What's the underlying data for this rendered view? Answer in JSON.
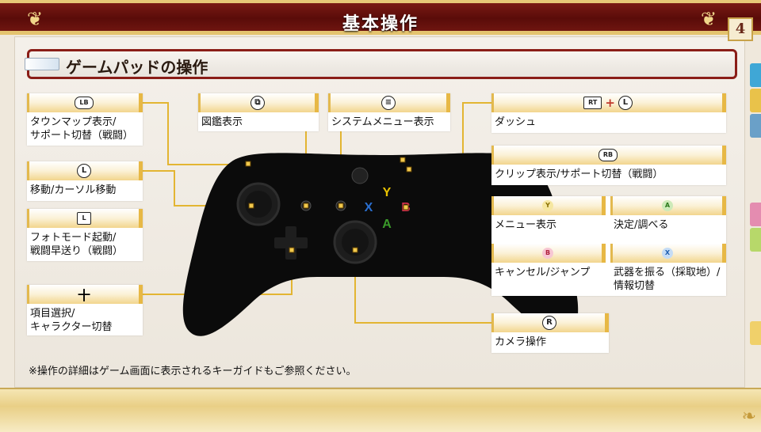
{
  "header": {
    "title": "基本操作",
    "page_number": "4"
  },
  "section": {
    "title": "ゲームパッドの操作"
  },
  "left": [
    {
      "button": "LB",
      "label": "タウンマップ表示/\nサポート切替（戦闘）"
    },
    {
      "button": "L",
      "label": "移動/カーソル移動"
    },
    {
      "button": "L",
      "label": "フォトモード起動/\n戦闘早送り（戦闘）"
    },
    {
      "button": "十",
      "label": "項目選択/\nキャラクター切替"
    }
  ],
  "center": [
    {
      "label": "図鑑表示"
    },
    {
      "label": "システムメニュー表示"
    }
  ],
  "right": {
    "dash": {
      "button_a": "RT",
      "plus": "+",
      "button_b": "L",
      "label": "ダッシュ"
    },
    "clip": {
      "button": "RB",
      "label": "クリップ表示/サポート切替（戦闘）"
    },
    "face": [
      {
        "button": "Y",
        "label": "メニュー表示",
        "color": "#d8b400"
      },
      {
        "button": "A",
        "label": "決定/調べる",
        "color": "#3a9a2a"
      },
      {
        "button": "B",
        "label": "キャンセル/ジャンプ",
        "color": "#d0304a"
      },
      {
        "button": "X",
        "label": "武器を振る（採取地）/\n情報切替",
        "color": "#2a6fd0"
      }
    ],
    "camera": {
      "button": "R",
      "label": "カメラ操作"
    }
  },
  "controller_letters": {
    "y": "Y",
    "x": "X",
    "b": "B",
    "a": "A"
  },
  "footnote": "※操作の詳細はゲーム画面に表示されるキーガイドもご参照ください。"
}
